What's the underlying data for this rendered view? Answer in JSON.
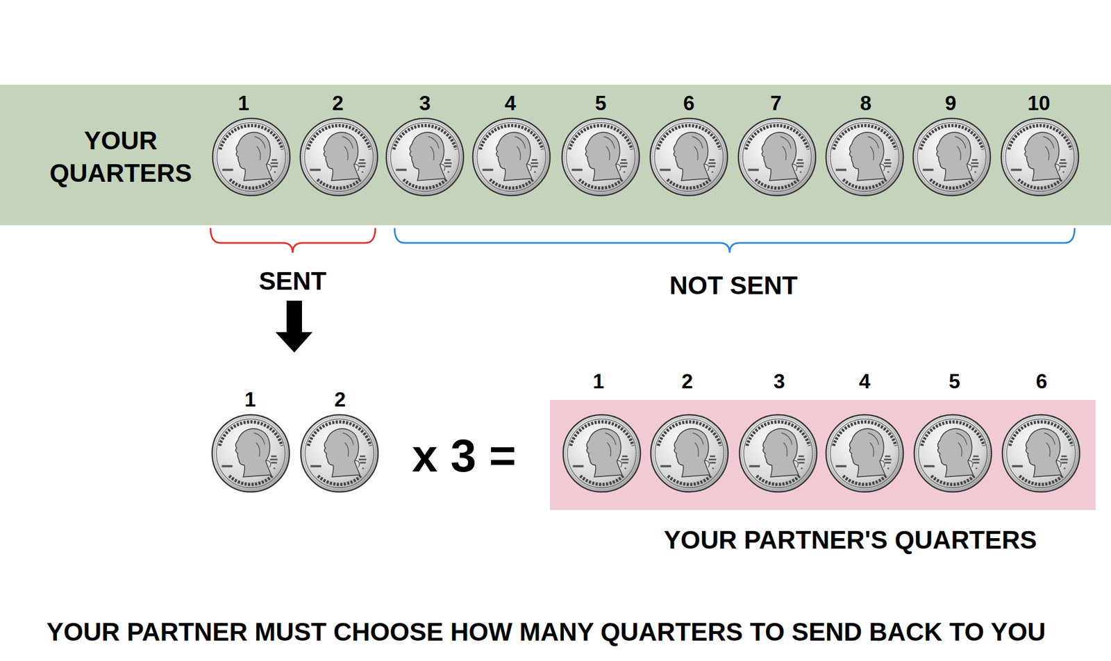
{
  "diagram": {
    "caption": "YOUR PARTNER MUST CHOOSE HOW MANY QUARTERS TO SEND BACK TO YOU",
    "nodes": [
      {
        "text": [
          "YOUR QUARTERS"
        ]
      },
      {
        "text": [
          "YOUR PARTNER'S QUARTERS"
        ]
      }
    ],
    "labels": [
      "1",
      "2",
      "3",
      "4",
      "5",
      "6",
      "7",
      "8",
      "9",
      "10",
      "SENT",
      "NOT SENT",
      "1",
      "2",
      "x 3 =",
      "1",
      "2",
      "3",
      "4",
      "5",
      "6"
    ]
  }
}
